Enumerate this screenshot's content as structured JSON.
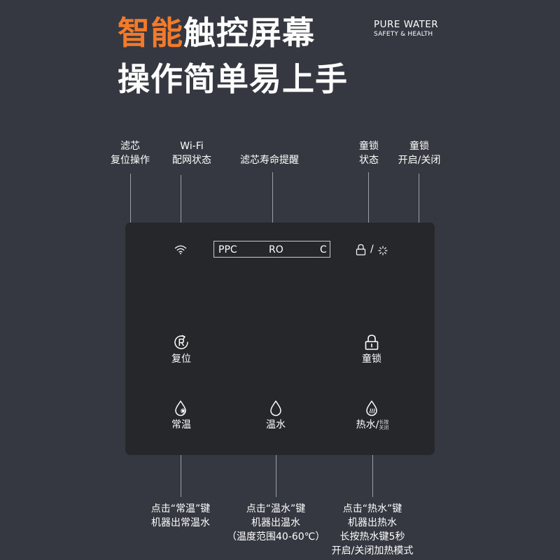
{
  "headline": {
    "line1_accent": "智能",
    "line1_rest": "触控屏幕",
    "line2": "操作简单易上手"
  },
  "brand": {
    "title": "PURE WATER",
    "subtitle": "SAFETY & HEALTH"
  },
  "callouts_top": {
    "filter_reset": [
      "滤芯",
      "复位操作"
    ],
    "wifi": [
      "Wi-Fi",
      "配网状态"
    ],
    "filter_life": "滤芯寿命提醒",
    "lock_status": [
      "童锁",
      "状态"
    ],
    "lock_toggle": [
      "童锁",
      "开启/关闭"
    ]
  },
  "panel": {
    "filters": [
      "PPC",
      "RO",
      "C"
    ],
    "lock_separator": "/",
    "reset_label": "复位",
    "lock_label": "童锁",
    "normal_label": "常温",
    "warm_label": "温水",
    "hot_label": "热水",
    "hot_label_slash": "/",
    "hot_note": [
      "长按",
      "关闭"
    ]
  },
  "callouts_bottom": {
    "normal": [
      "点击“常温”键",
      "机器出常温水"
    ],
    "warm": [
      "点击“温水”键",
      "机器出温水",
      "（温度范围40-60℃）"
    ],
    "hot": [
      "点击“热水”键",
      "机器出热水",
      "长按热水键5秒",
      "开启/关闭加热模式"
    ]
  },
  "colors": {
    "background": "#353840",
    "panel": "#25272b",
    "accent": "#f47a2b",
    "leader": "#9aa0a8"
  },
  "icons": [
    "wifi-icon",
    "lock-icon",
    "sun-icon",
    "reset-icon",
    "padlock-icon",
    "drop-sparkle-icon",
    "drop-icon",
    "drop-heat-icon"
  ]
}
